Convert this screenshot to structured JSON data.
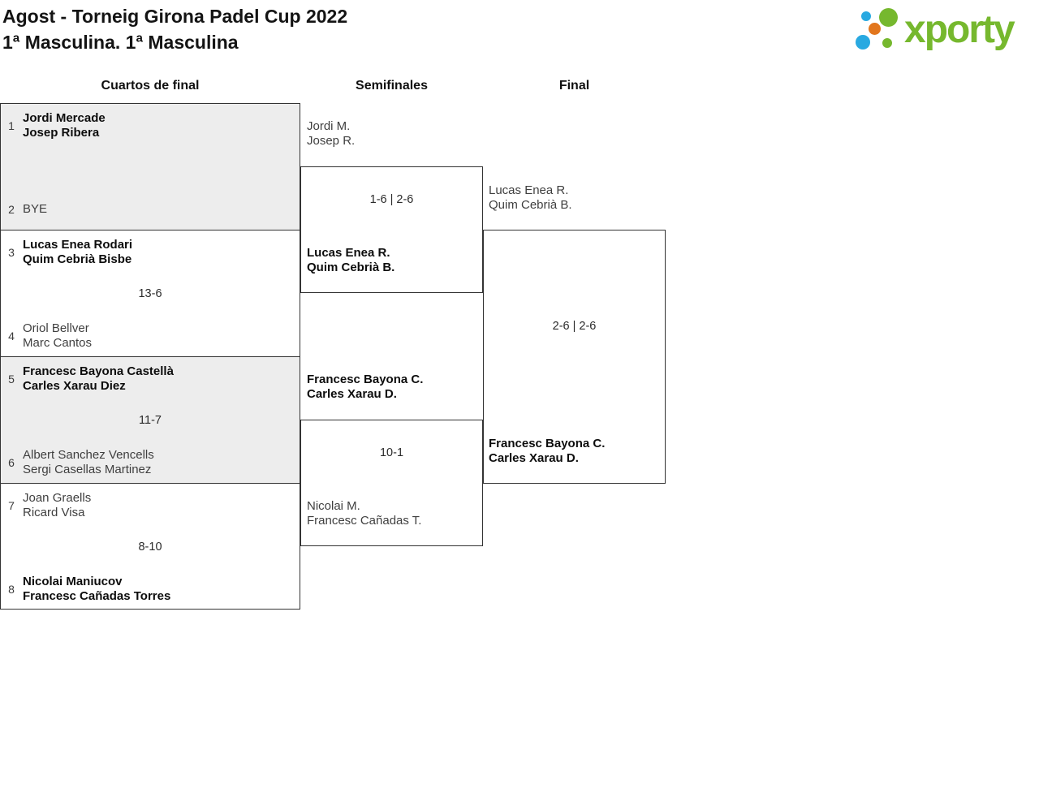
{
  "header": {
    "title": "Agost - Torneig Girona Padel Cup 2022",
    "subtitle": "1ª Masculina. 1ª Masculina",
    "logo": {
      "text": "xporty",
      "brand_green": "#76b82e",
      "brand_blue": "#29a9e1",
      "brand_orange": "#e2761d"
    }
  },
  "round_headers": [
    {
      "label": "Cuartos de final"
    },
    {
      "label": "Semifinales"
    },
    {
      "label": "Final"
    }
  ],
  "bracket": {
    "quarterfinals": [
      {
        "top": {
          "seed": "1",
          "players": [
            "Jordi Mercade",
            "Josep Ribera"
          ],
          "winner": true
        },
        "bottom": {
          "seed": "2",
          "players": [
            "BYE"
          ],
          "winner": false
        },
        "score": ""
      },
      {
        "top": {
          "seed": "3",
          "players": [
            "Lucas Enea Rodari",
            "Quim Cebrià Bisbe"
          ],
          "winner": true
        },
        "bottom": {
          "seed": "4",
          "players": [
            "Oriol Bellver",
            "Marc Cantos"
          ],
          "winner": false
        },
        "score": "13-6"
      },
      {
        "top": {
          "seed": "5",
          "players": [
            "Francesc Bayona Castellà",
            "Carles Xarau Diez"
          ],
          "winner": true
        },
        "bottom": {
          "seed": "6",
          "players": [
            "Albert Sanchez Vencells",
            "Sergi Casellas Martinez"
          ],
          "winner": false
        },
        "score": "11-7"
      },
      {
        "top": {
          "seed": "7",
          "players": [
            "Joan Graells",
            "Ricard Visa"
          ],
          "winner": false
        },
        "bottom": {
          "seed": "8",
          "players": [
            "Nicolai Maniucov",
            "Francesc Cañadas Torres"
          ],
          "winner": true
        },
        "score": "8-10"
      }
    ],
    "semifinals": [
      {
        "top": {
          "players": [
            "Jordi M.",
            "Josep R."
          ],
          "winner": false
        },
        "bottom": {
          "players": [
            "Lucas Enea R.",
            "Quim Cebrià B."
          ],
          "winner": true
        },
        "score": "1-6 | 2-6"
      },
      {
        "top": {
          "players": [
            "Francesc Bayona C.",
            "Carles Xarau D."
          ],
          "winner": true
        },
        "bottom": {
          "players": [
            "Nicolai M.",
            "Francesc Cañadas T."
          ],
          "winner": false
        },
        "score": "10-1"
      }
    ],
    "final": {
      "top": {
        "players": [
          "Lucas Enea R.",
          "Quim Cebrià B."
        ],
        "winner": false
      },
      "bottom": {
        "players": [
          "Francesc Bayona C.",
          "Carles Xarau D."
        ],
        "winner": true
      },
      "score": "2-6 | 2-6"
    }
  }
}
